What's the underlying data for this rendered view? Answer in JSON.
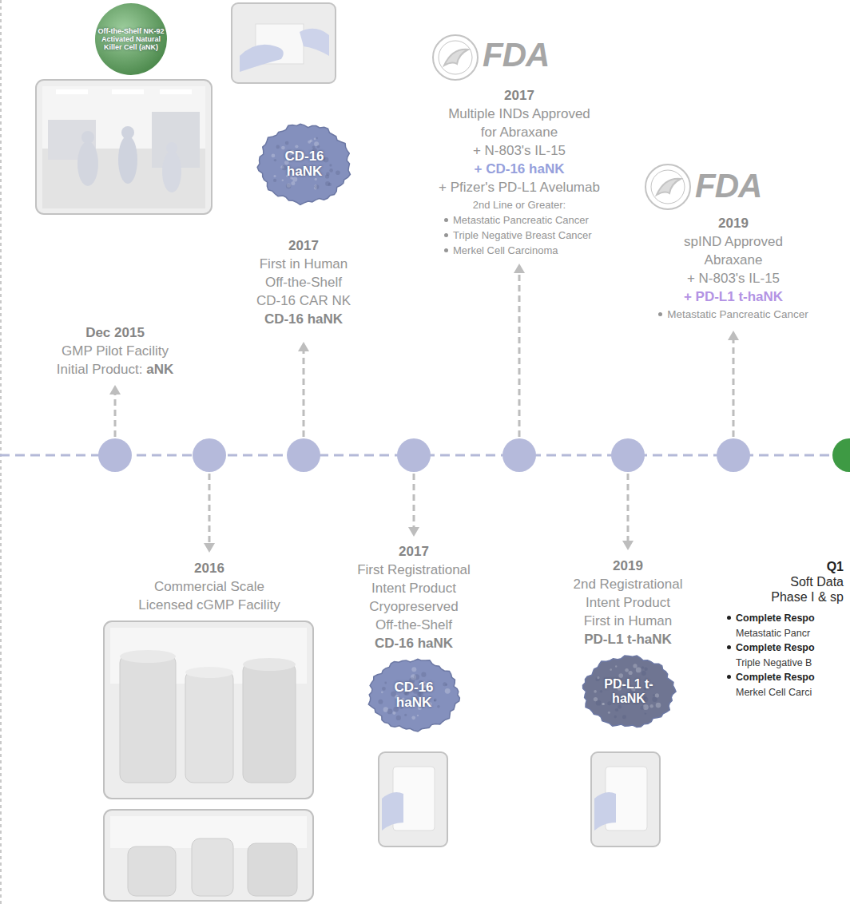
{
  "diagram": {
    "nodes": [
      {
        "text": [
          "Off-the-Shelf NK-92 Activated Natural Killer Cell (aNK)"
        ]
      },
      {
        "text": [
          "CD-16 haNK"
        ]
      },
      {
        "text": [
          "CD-16 haNK"
        ]
      },
      {
        "text": [
          "PD-L1 t-haNK"
        ]
      }
    ],
    "labels": [
      "FDA",
      "FDA",
      "Dec 2015",
      "GMP Pilot Facility",
      "Initial Product:",
      "aNK",
      "2017",
      "First in Human",
      "Off-the-Shelf",
      "CD-16 CAR NK",
      "CD-16 haNK",
      "2017",
      "Multiple INDs Approved",
      "for Abraxane",
      "+ N-803's IL-15",
      "+ CD-16 haNK",
      "+ Pfizer's PD-L1 Avelumab",
      "2nd Line or Greater:",
      "Metastatic Pancreatic Cancer",
      "Triple Negative Breast Cancer",
      "Merkel Cell Carcinoma",
      "2019",
      "spIND Approved",
      "Abraxane",
      "+ N-803's IL-15",
      "+ PD-L1 t-haNK",
      "Metastatic Pancreatic Cancer",
      "2016",
      "Commercial Scale",
      "Licensed cGMP Facility",
      "2017",
      "First Registrational",
      "Intent Product",
      "Cryopreserved",
      "Off-the-Shelf",
      "CD-16 haNK",
      "2019",
      "2nd Registrational",
      "Intent Product",
      "First in Human",
      "PD-L1 t-haNK",
      "Q1",
      "Soft Data",
      "Phase I & sp",
      "Complete Respo",
      "Metastatic Pancr",
      "Complete Respo",
      "Triple Negative B",
      "Complete Respo",
      "Merkel Cell Carci"
    ]
  }
}
